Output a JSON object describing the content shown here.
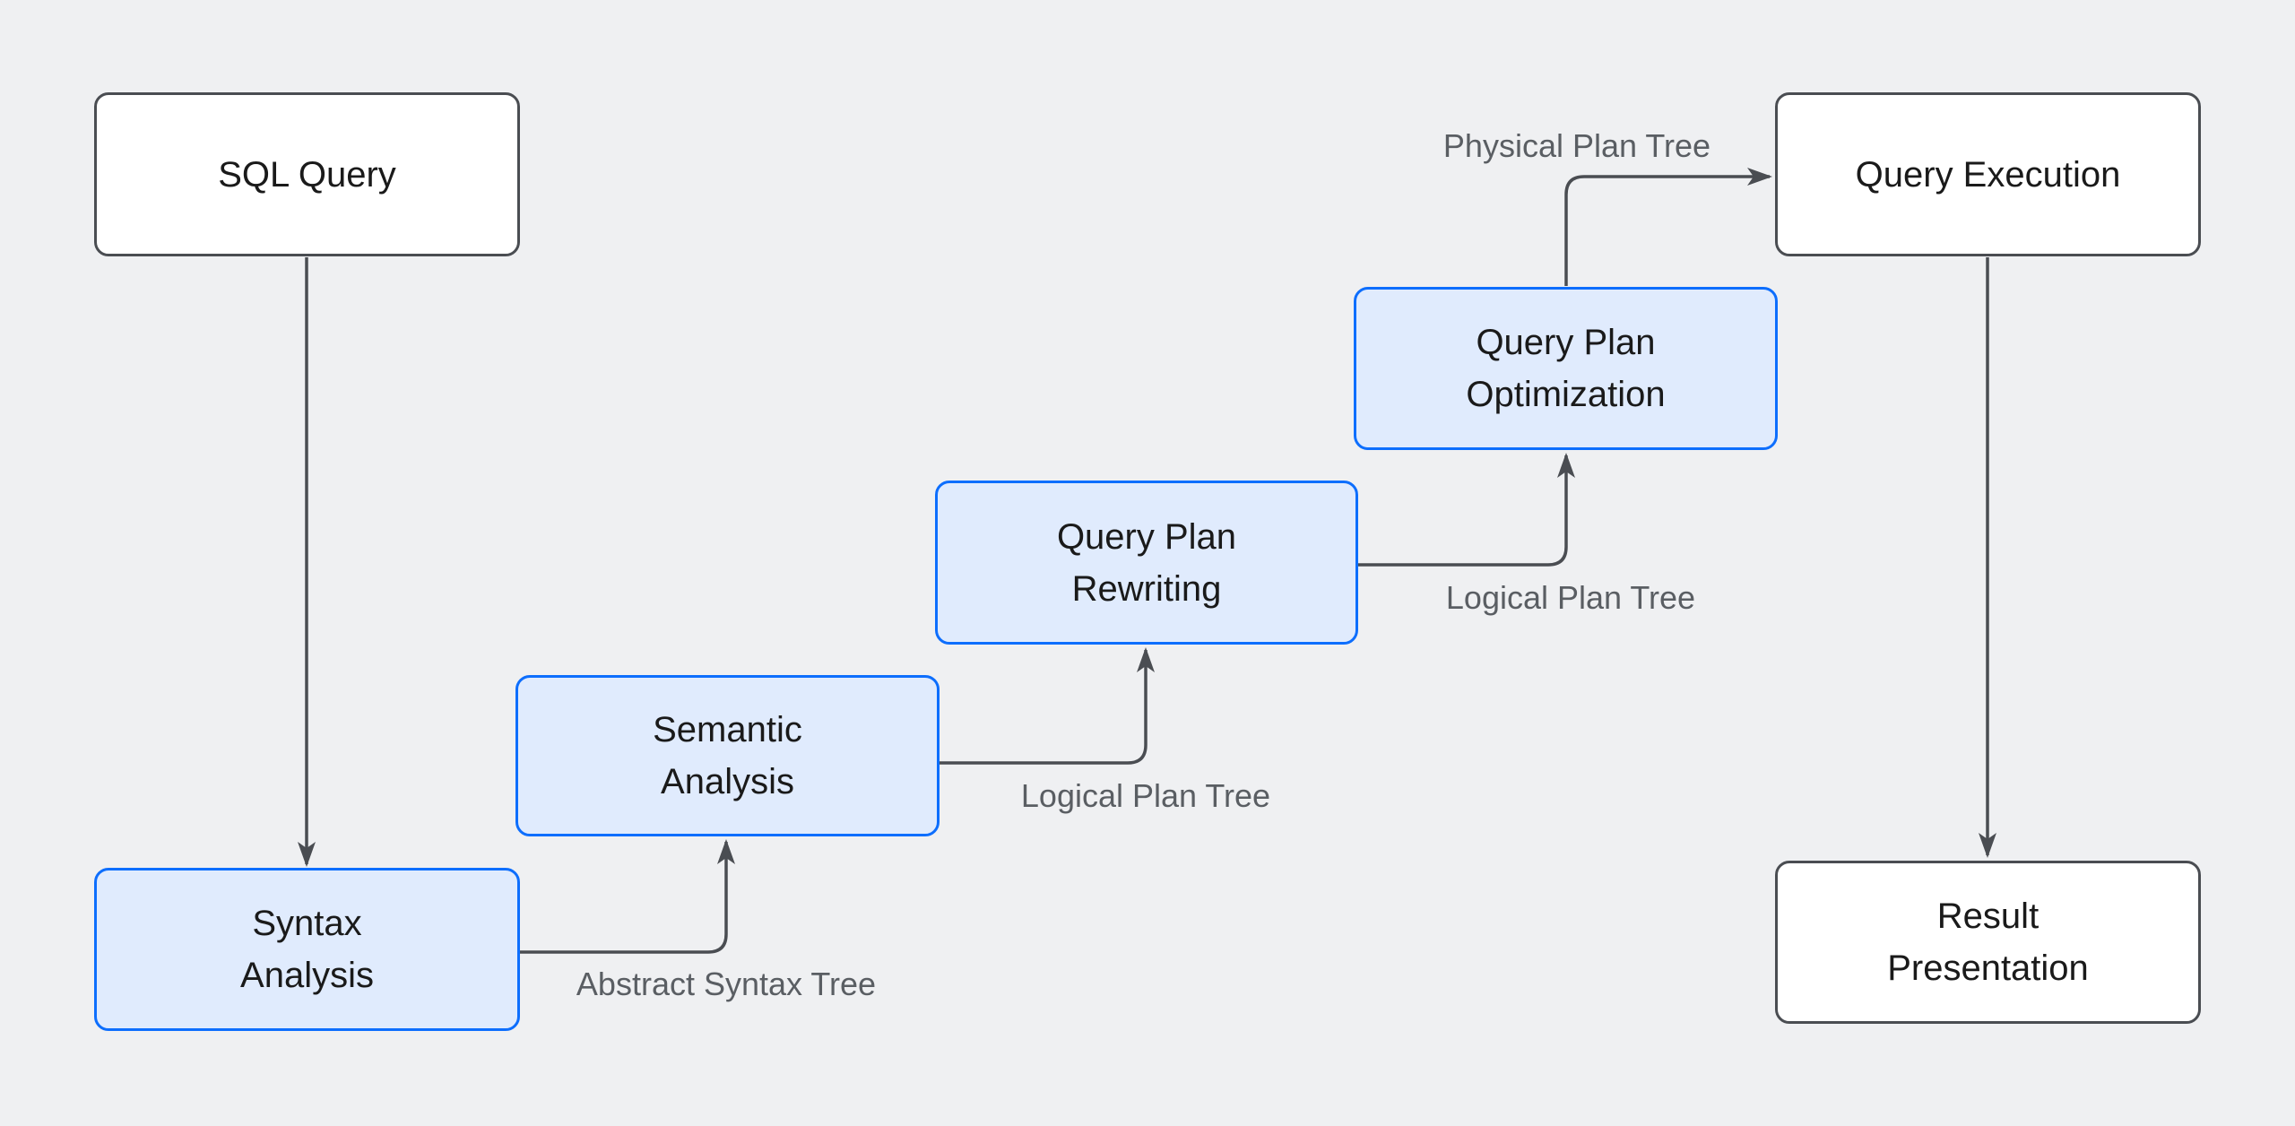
{
  "diagram": {
    "type": "flowchart",
    "subject": "SQL query processing pipeline",
    "colors": {
      "canvas_bg": "#eff0f2",
      "node_fill_white": "#ffffff",
      "node_border_gray": "#4a4d52",
      "node_fill_blue": "#e0ebfd",
      "node_border_blue": "#0d6efd",
      "node_text": "#1a1a1a",
      "edge_color": "#4a4d52",
      "edge_label_color": "#5a5e63"
    },
    "nodes": [
      {
        "id": "sql-query",
        "style": "white",
        "label_lines": [
          "SQL Query"
        ]
      },
      {
        "id": "syntax-analysis",
        "style": "blue",
        "label_lines": [
          "Syntax",
          "Analysis"
        ]
      },
      {
        "id": "semantic-analysis",
        "style": "blue",
        "label_lines": [
          "Semantic",
          "Analysis"
        ]
      },
      {
        "id": "query-plan-rewriting",
        "style": "blue",
        "label_lines": [
          "Query Plan",
          "Rewriting"
        ]
      },
      {
        "id": "query-plan-optimization",
        "style": "blue",
        "label_lines": [
          "Query Plan",
          "Optimization"
        ]
      },
      {
        "id": "query-execution",
        "style": "white",
        "label_lines": [
          "Query Execution"
        ]
      },
      {
        "id": "result-presentation",
        "style": "white",
        "label_lines": [
          "Result",
          "Presentation"
        ]
      }
    ],
    "edges": [
      {
        "id": "sql-query-to-syntax-analysis",
        "from": "sql-query",
        "to": "syntax-analysis",
        "label": ""
      },
      {
        "id": "syntax-analysis-to-semantic-analysis",
        "from": "syntax-analysis",
        "to": "semantic-analysis",
        "label": "Abstract Syntax Tree"
      },
      {
        "id": "semantic-analysis-to-query-plan-rewriting",
        "from": "semantic-analysis",
        "to": "query-plan-rewriting",
        "label": "Logical Plan Tree"
      },
      {
        "id": "query-plan-rewriting-to-query-plan-optimization",
        "from": "query-plan-rewriting",
        "to": "query-plan-optimization",
        "label": "Logical Plan Tree"
      },
      {
        "id": "query-plan-optimization-to-query-execution",
        "from": "query-plan-optimization",
        "to": "query-execution",
        "label": "Physical Plan Tree"
      },
      {
        "id": "query-execution-to-result-presentation",
        "from": "query-execution",
        "to": "result-presentation",
        "label": ""
      }
    ]
  }
}
